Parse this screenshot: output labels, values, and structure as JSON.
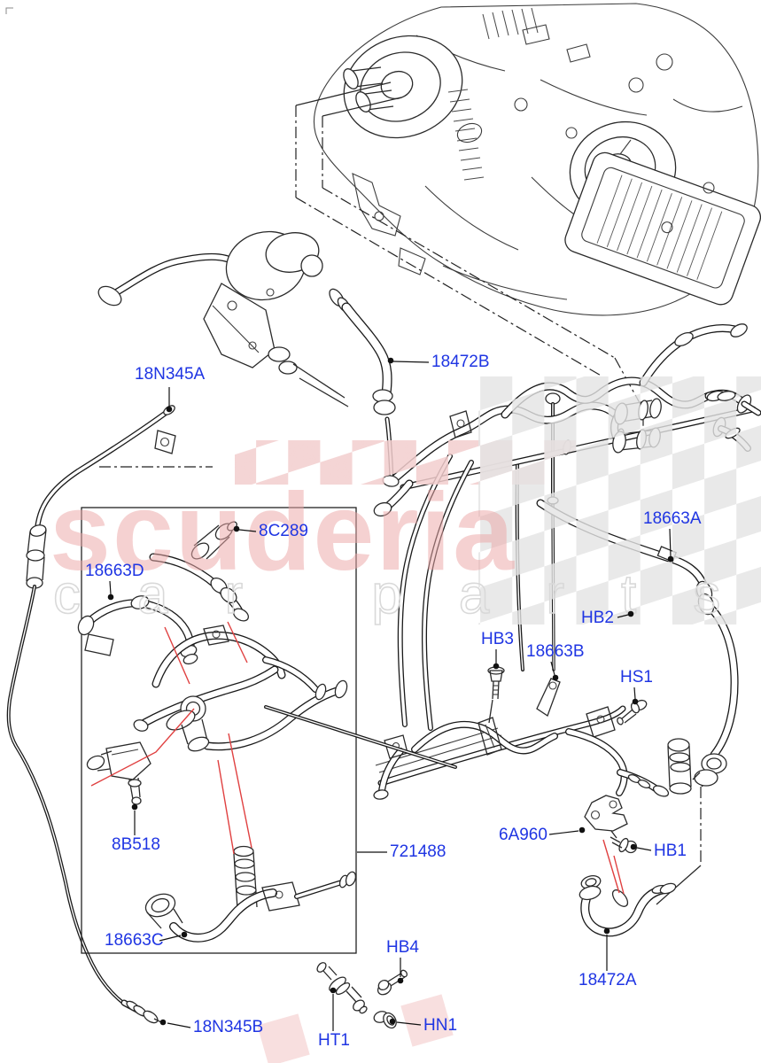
{
  "diagram": {
    "parts": [
      {
        "code": "18N345A"
      },
      {
        "code": "18472B"
      },
      {
        "code": "8C289"
      },
      {
        "code": "18663D"
      },
      {
        "code": "18663A"
      },
      {
        "code": "HB2"
      },
      {
        "code": "HB3"
      },
      {
        "code": "18663B"
      },
      {
        "code": "HS1"
      },
      {
        "code": "8B518"
      },
      {
        "code": "721488"
      },
      {
        "code": "6A960"
      },
      {
        "code": "HB1"
      },
      {
        "code": "18472A"
      },
      {
        "code": "HB4"
      },
      {
        "code": "18663C"
      },
      {
        "code": "18N345B"
      },
      {
        "code": "HT1"
      },
      {
        "code": "HN1"
      }
    ],
    "label_color": "#1F35E3",
    "line_color": "#1a1a1a",
    "highlight_color": "#E04040"
  },
  "watermark": {
    "word_top": "scuderia",
    "word_bottom": "car parts",
    "pink": "#ECA8A8",
    "gray": "#D9D9D9"
  }
}
